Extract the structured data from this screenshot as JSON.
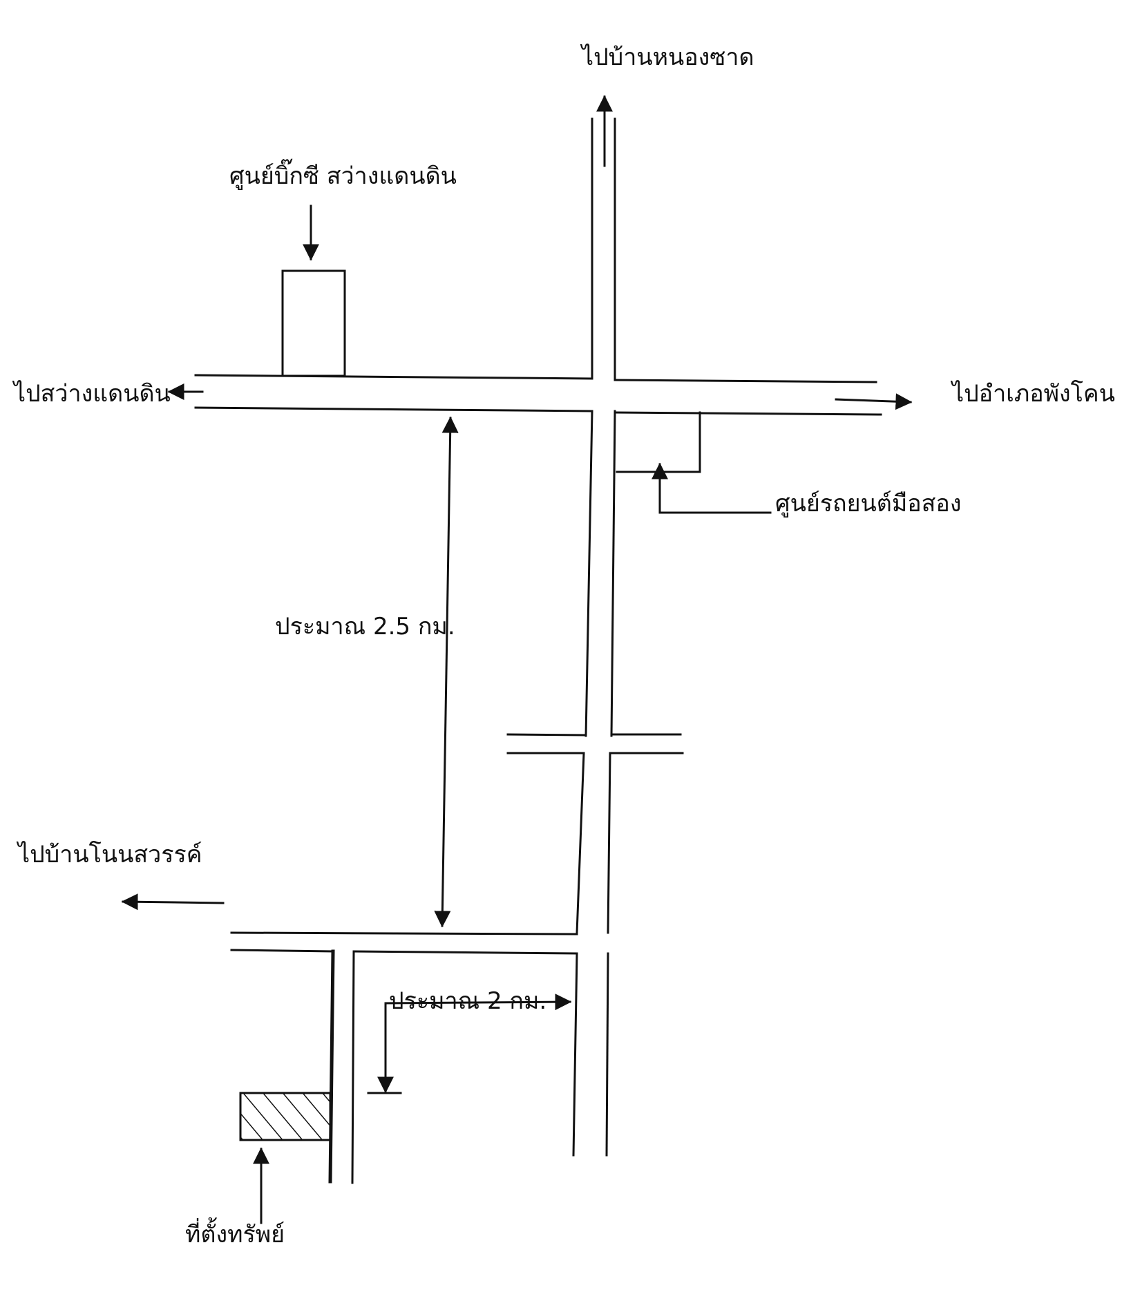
{
  "map": {
    "labels": {
      "north_destination": "ไปบ้านหนองซาด",
      "big_c": "ศูนย์บิ๊กซี สว่างแดนดิน",
      "west_destination": "ไปสว่างแดนดิน",
      "east_destination": "ไปอำเภอพังโคน",
      "used_car_center": "ศูนย์รถยนต์มือสอง",
      "distance_main_road": "ประมาณ 2.5 กม.",
      "southwest_destination": "ไปบ้านโนนสวรรค์",
      "distance_side_road": "ประมาณ 2 กม.",
      "property_location": "ที่ตั้งทรัพย์"
    },
    "colors": {
      "ink": "#111111",
      "background": "#ffffff"
    }
  }
}
